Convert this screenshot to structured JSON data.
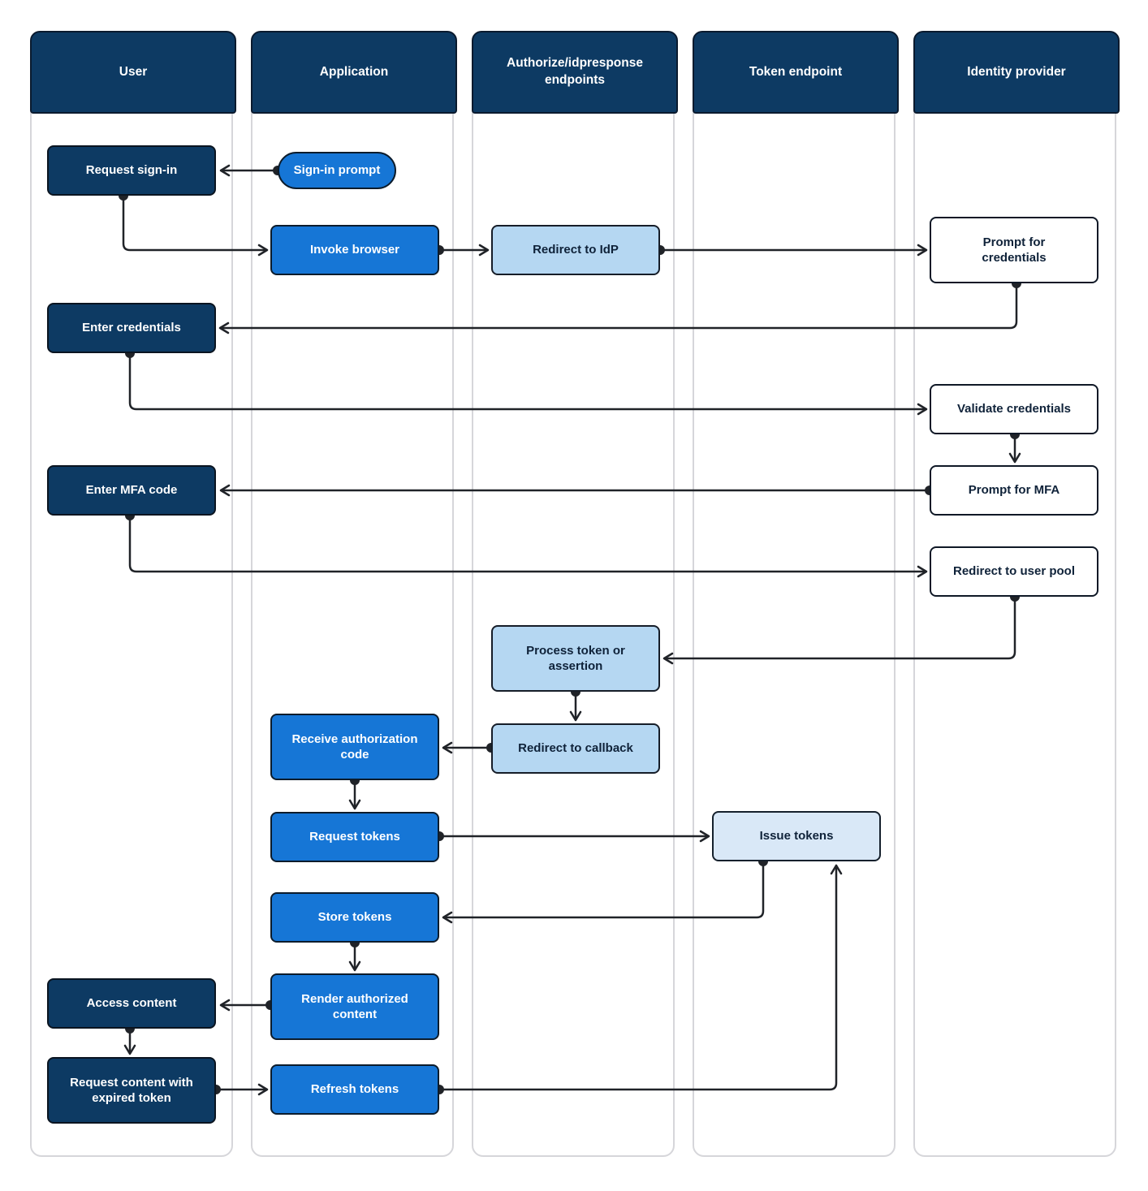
{
  "lanes": [
    {
      "id": "user",
      "title": "User"
    },
    {
      "id": "application",
      "title": "Application"
    },
    {
      "id": "authorize-endpoints",
      "title": "Authorize/idpresponse endpoints"
    },
    {
      "id": "token-endpoint",
      "title": "Token endpoint"
    },
    {
      "id": "identity-provider",
      "title": "Identity provider"
    }
  ],
  "nodes": {
    "request_sign_in": {
      "label": "Request sign-in",
      "lane": "User",
      "style": "dark-navy"
    },
    "sign_in_prompt": {
      "label": "Sign-in prompt",
      "lane": "Application",
      "style": "blue-pill"
    },
    "invoke_browser": {
      "label": "Invoke browser",
      "lane": "Application",
      "style": "blue"
    },
    "redirect_to_idp": {
      "label": "Redirect to IdP",
      "lane": "Authorize/idpresponse endpoints",
      "style": "light-blue"
    },
    "prompt_for_credentials": {
      "label": "Prompt for credentials",
      "lane": "Identity provider",
      "style": "white"
    },
    "enter_credentials": {
      "label": "Enter credentials",
      "lane": "User",
      "style": "dark-navy"
    },
    "validate_credentials": {
      "label": "Validate credentials",
      "lane": "Identity provider",
      "style": "white"
    },
    "enter_mfa_code": {
      "label": "Enter MFA code",
      "lane": "User",
      "style": "dark-navy"
    },
    "prompt_for_mfa": {
      "label": "Prompt for MFA",
      "lane": "Identity provider",
      "style": "white"
    },
    "redirect_to_user_pool": {
      "label": "Redirect to user pool",
      "lane": "Identity provider",
      "style": "white"
    },
    "process_token_or_assertion": {
      "label": "Process token or assertion",
      "lane": "Authorize/idpresponse endpoints",
      "style": "light-blue"
    },
    "redirect_to_callback": {
      "label": "Redirect to callback",
      "lane": "Authorize/idpresponse endpoints",
      "style": "light-blue"
    },
    "receive_authorization_code": {
      "label": "Receive authorization code",
      "lane": "Application",
      "style": "blue"
    },
    "request_tokens": {
      "label": "Request tokens",
      "lane": "Application",
      "style": "blue"
    },
    "issue_tokens": {
      "label": "Issue tokens",
      "lane": "Token endpoint",
      "style": "lighter-blue"
    },
    "store_tokens": {
      "label": "Store tokens",
      "lane": "Application",
      "style": "blue"
    },
    "render_authorized_content": {
      "label": "Render authorized content",
      "lane": "Application",
      "style": "blue"
    },
    "access_content": {
      "label": "Access content",
      "lane": "User",
      "style": "dark-navy"
    },
    "request_content_with_expired_token": {
      "label": "Request content with expired token",
      "lane": "User",
      "style": "dark-navy"
    },
    "refresh_tokens": {
      "label": "Refresh tokens",
      "lane": "Application",
      "style": "blue"
    }
  },
  "edges": [
    {
      "from": "sign_in_prompt",
      "to": "request_sign_in"
    },
    {
      "from": "request_sign_in",
      "to": "invoke_browser"
    },
    {
      "from": "invoke_browser",
      "to": "redirect_to_idp"
    },
    {
      "from": "redirect_to_idp",
      "to": "prompt_for_credentials"
    },
    {
      "from": "prompt_for_credentials",
      "to": "enter_credentials"
    },
    {
      "from": "enter_credentials",
      "to": "validate_credentials"
    },
    {
      "from": "validate_credentials",
      "to": "prompt_for_mfa"
    },
    {
      "from": "prompt_for_mfa",
      "to": "enter_mfa_code"
    },
    {
      "from": "enter_mfa_code",
      "to": "redirect_to_user_pool"
    },
    {
      "from": "redirect_to_user_pool",
      "to": "process_token_or_assertion"
    },
    {
      "from": "process_token_or_assertion",
      "to": "redirect_to_callback"
    },
    {
      "from": "redirect_to_callback",
      "to": "receive_authorization_code"
    },
    {
      "from": "receive_authorization_code",
      "to": "request_tokens"
    },
    {
      "from": "request_tokens",
      "to": "issue_tokens"
    },
    {
      "from": "issue_tokens",
      "to": "store_tokens"
    },
    {
      "from": "store_tokens",
      "to": "render_authorized_content"
    },
    {
      "from": "render_authorized_content",
      "to": "access_content"
    },
    {
      "from": "access_content",
      "to": "request_content_with_expired_token"
    },
    {
      "from": "request_content_with_expired_token",
      "to": "refresh_tokens"
    },
    {
      "from": "refresh_tokens",
      "to": "issue_tokens"
    }
  ],
  "colors": {
    "lane_header_fill": "#0d3a63",
    "node_dark_navy_fill": "#0d3a63",
    "node_blue_fill": "#1676d6",
    "node_light_blue_fill": "#b5d7f2",
    "node_lighter_blue_fill": "#d9e8f7",
    "node_white_fill": "#ffffff",
    "connector_color": "#202328",
    "lane_border": "#d6d6da",
    "text_on_dark": "#ffffff",
    "text_on_light": "#0f2239"
  }
}
